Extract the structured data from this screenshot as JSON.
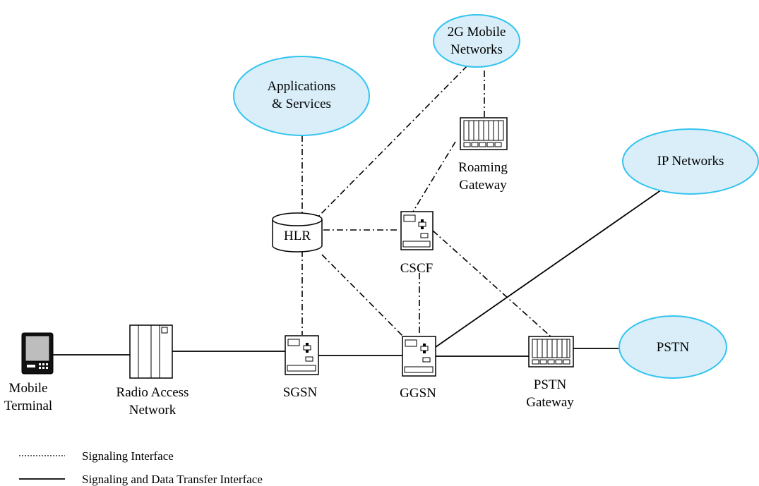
{
  "clouds": {
    "mobile2g": [
      "2G Mobile",
      "Networks"
    ],
    "apps": [
      "Applications",
      "& Services"
    ],
    "ip": [
      "IP Networks"
    ],
    "pstn": [
      "PSTN"
    ]
  },
  "nodes": {
    "hlr": [
      "HLR"
    ],
    "cscf": [
      "CSCF"
    ],
    "roaming_gateway": [
      "Roaming",
      "Gateway"
    ],
    "mobile_terminal": [
      "Mobile",
      "Terminal"
    ],
    "ran": [
      "Radio Access",
      "Network"
    ],
    "sgsn": [
      "SGSN"
    ],
    "ggsn": [
      "GGSN"
    ],
    "pstn_gateway": [
      "PSTN",
      "Gateway"
    ]
  },
  "legend": {
    "signaling": "Signaling Interface",
    "data": "Signaling and Data Transfer Interface"
  }
}
